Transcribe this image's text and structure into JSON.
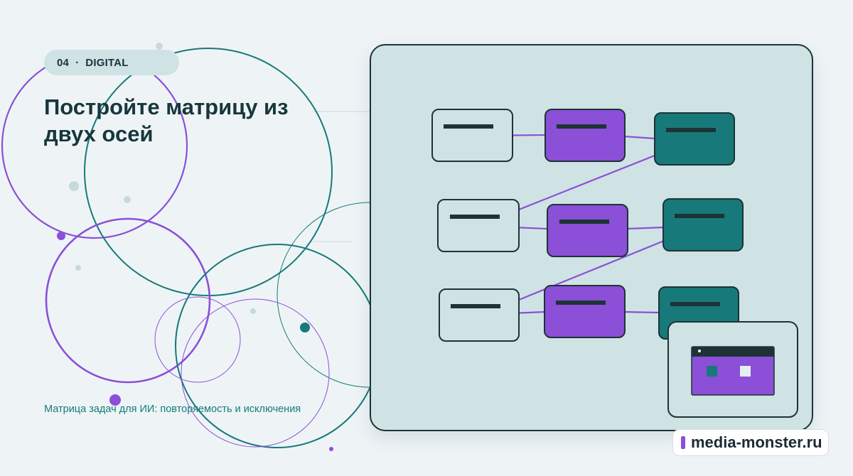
{
  "section": {
    "number": "04",
    "separator": "·",
    "label": "DIGITAL"
  },
  "title": "Постройте матрицу из двух осей",
  "subtitle": "Матрица задач для ИИ: повторяемость и исключения",
  "brand": {
    "text": "media-monster.ru"
  },
  "colors": {
    "background": "#eef4f6",
    "panel": "#cfe3e4",
    "purple": "#8b4fd8",
    "teal": "#17797a",
    "dark": "#1d3336"
  },
  "diagram": {
    "rows": 3,
    "columns": 3,
    "column_fills": [
      "light",
      "purple",
      "teal"
    ]
  }
}
